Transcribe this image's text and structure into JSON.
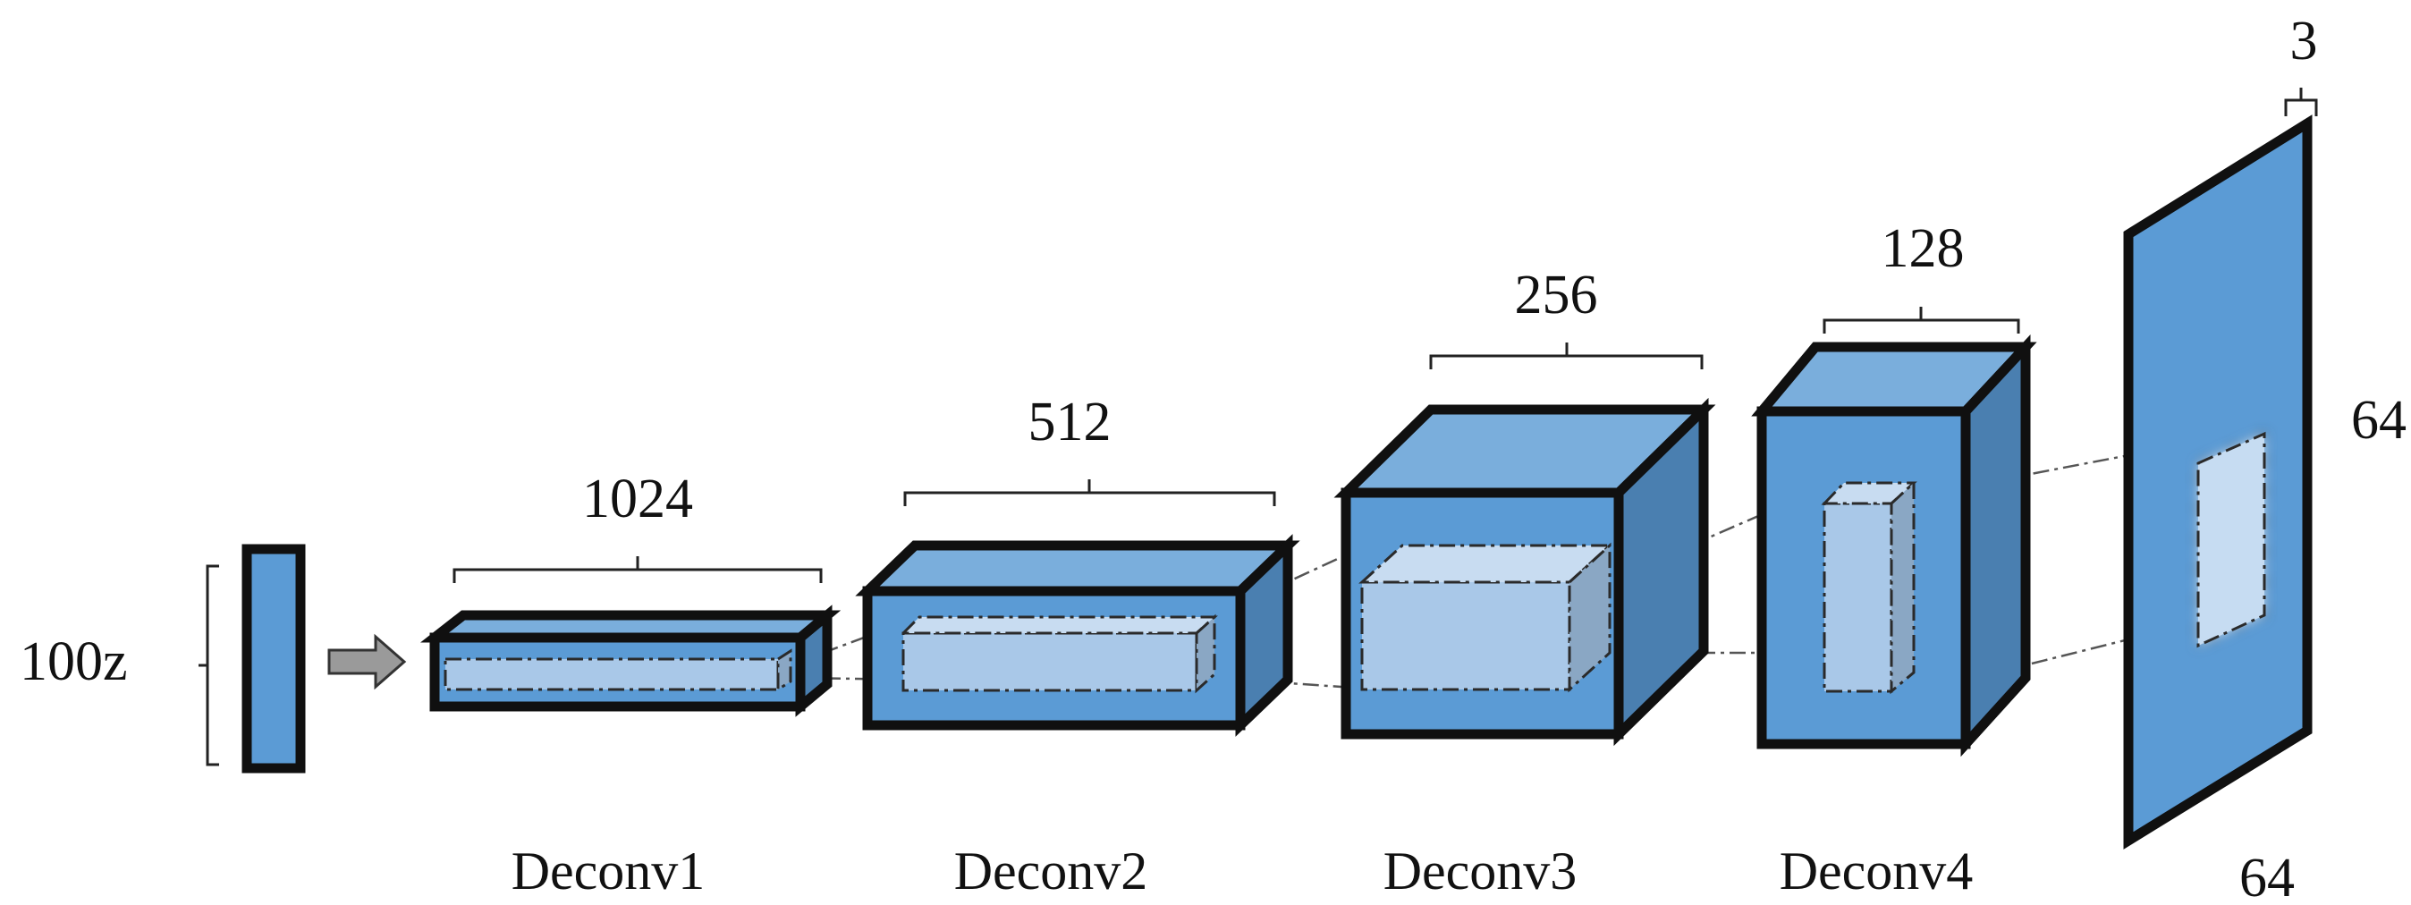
{
  "input": {
    "label": "100z"
  },
  "layers": [
    {
      "name": "Deconv1",
      "channels": "1024"
    },
    {
      "name": "Deconv2",
      "channels": "512"
    },
    {
      "name": "Deconv3",
      "channels": "256"
    },
    {
      "name": "Deconv4",
      "channels": "128"
    }
  ],
  "output": {
    "channels": "3",
    "height": "64",
    "width": "64"
  },
  "colors": {
    "front": "#5b9bd5",
    "top": "#7aaedc",
    "side": "#4a7fb0",
    "kernel": "#a9c8e8",
    "arrow": "#9a9a9a",
    "outline": "#101010"
  }
}
